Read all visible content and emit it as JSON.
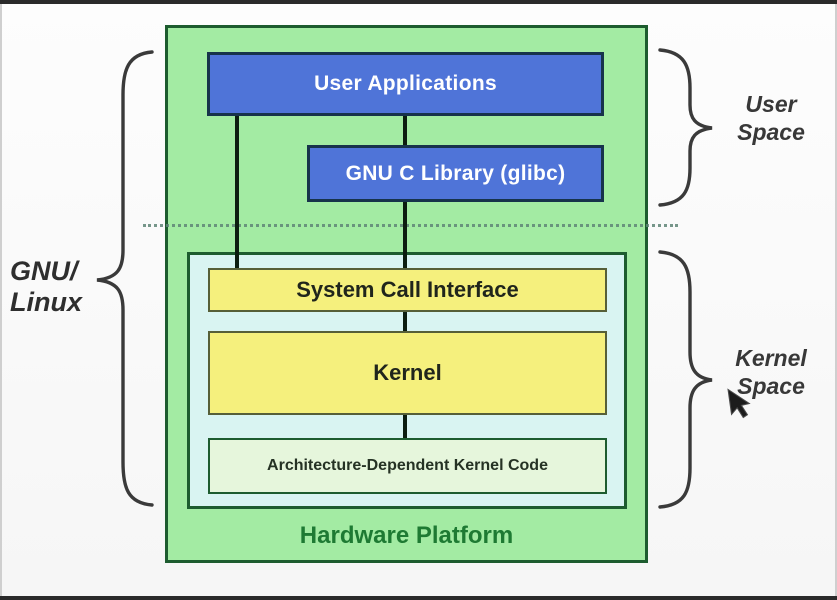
{
  "boxes": {
    "user_applications": "User Applications",
    "glibc": "GNU C Library (glibc)",
    "system_call_interface": "System Call Interface",
    "kernel": "Kernel",
    "arch_dependent": "Architecture-Dependent Kernel Code",
    "hardware_platform": "Hardware Platform"
  },
  "labels": {
    "gnu_linux_line1": "GNU/",
    "gnu_linux_line2": "Linux",
    "user_space_line1": "User",
    "user_space_line2": "Space",
    "kernel_space_line1": "Kernel",
    "kernel_space_line2": "Space"
  },
  "icons": {
    "cursor": "mouse-pointer-icon"
  },
  "colors": {
    "green_fill": "#a3eba3",
    "green_border": "#1d5c2f",
    "cyan_fill": "#d9f4f2",
    "blue_fill": "#4f74d8",
    "blue_border": "#17334b",
    "yellow_fill": "#f5f07d",
    "yellow_border": "#565f38",
    "pale_green_fill": "#e6f6dc",
    "dark_green_text": "#1e7a33",
    "connector": "#0c1d10",
    "dotted_line": "#5f8577",
    "brace_color": "#3a3a3a"
  }
}
